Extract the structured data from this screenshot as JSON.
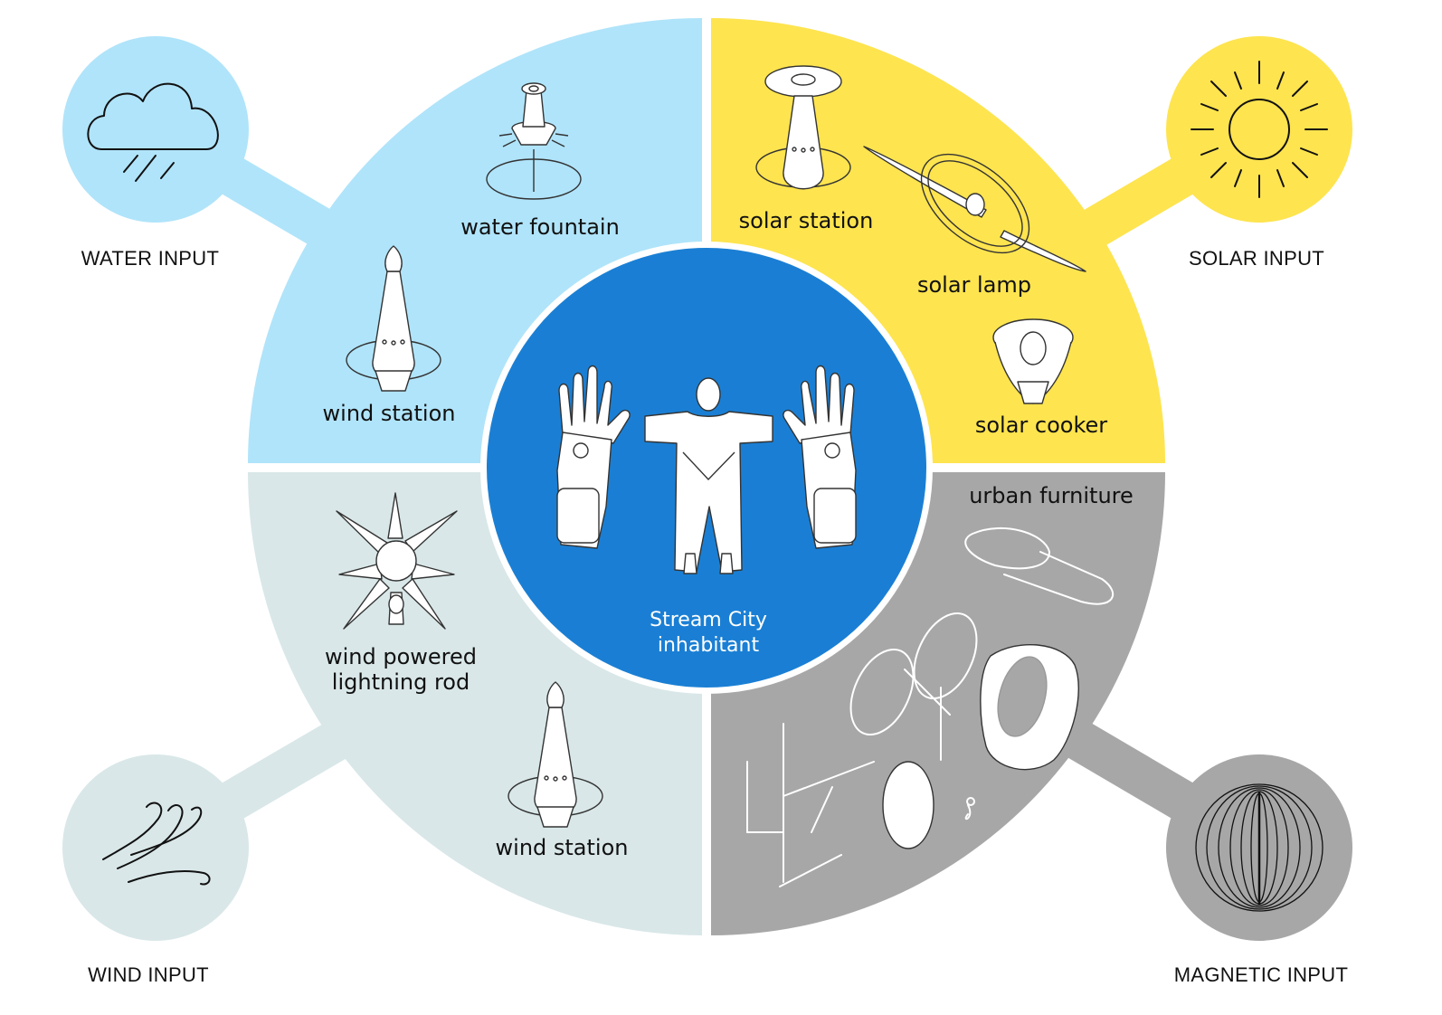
{
  "colors": {
    "water": "#b0e4fa",
    "solar": "#fee44f",
    "wind": "#d9e7e8",
    "magnetic": "#a7a7a7",
    "center": "#1a7fd4"
  },
  "center": {
    "label_line1": "Stream City",
    "label_line2": "inhabitant"
  },
  "inputs": {
    "water": {
      "label": "WATER INPUT",
      "icon": "rain-cloud-icon"
    },
    "solar": {
      "label": "SOLAR INPUT",
      "icon": "sun-icon"
    },
    "wind": {
      "label": "WIND INPUT",
      "icon": "wind-gust-icon"
    },
    "magnetic": {
      "label": "MAGNETIC INPUT",
      "icon": "magnetic-field-icon"
    }
  },
  "items": {
    "water_fountain": "water fountain",
    "wind_station_top": "wind station",
    "solar_station": "solar station",
    "solar_lamp": "solar lamp",
    "solar_cooker": "solar cooker",
    "urban_furniture": "urban furniture",
    "lightning_rod_line1": "wind powered",
    "lightning_rod_line2": "lightning rod",
    "wind_station_bottom": "wind station"
  }
}
